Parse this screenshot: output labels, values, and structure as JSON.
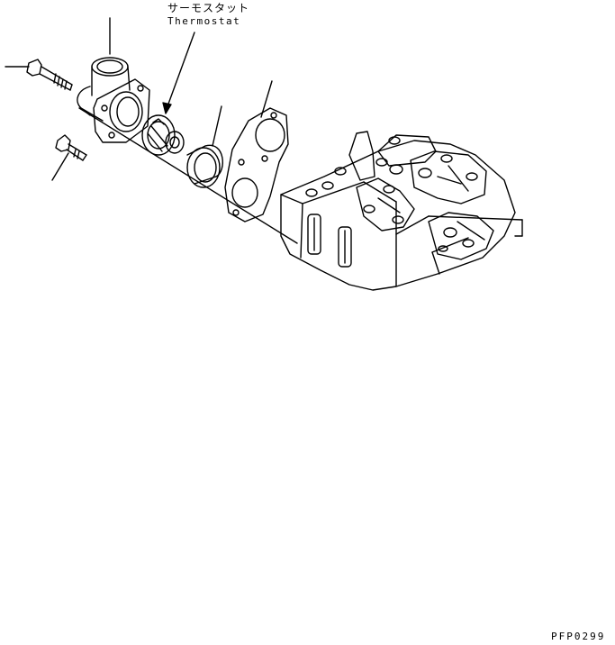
{
  "labels": {
    "thermostat_jp": "サーモスタット",
    "thermostat_en": "Thermostat"
  },
  "drawing_code": "PFP0299",
  "colors": {
    "line": "#000000",
    "background": "#ffffff"
  }
}
